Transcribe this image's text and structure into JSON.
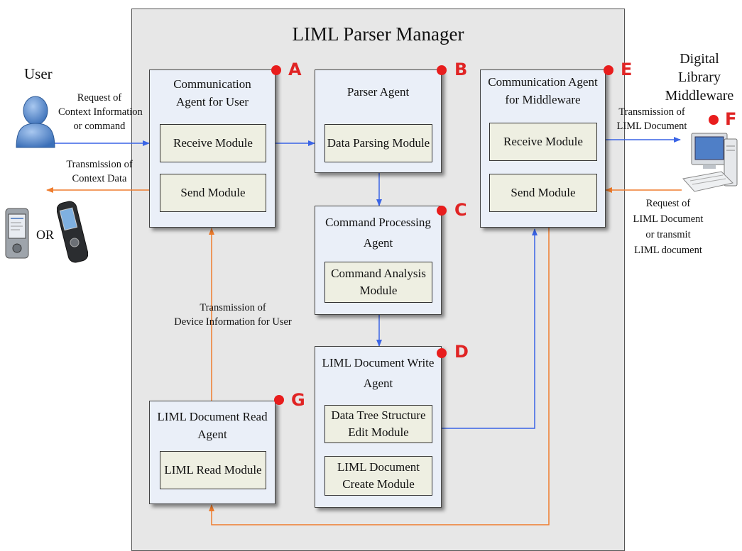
{
  "manager": {
    "title": "LIML Parser Manager"
  },
  "agents": {
    "a": {
      "marker": "A",
      "title_lines": [
        "Communication",
        "Agent for User"
      ],
      "modules": [
        "Receive Module",
        "Send Module"
      ]
    },
    "b": {
      "marker": "B",
      "title_lines": [
        "Parser Agent"
      ],
      "modules": [
        "Data Parsing Module"
      ]
    },
    "c": {
      "marker": "C",
      "title_lines": [
        "Command Processing",
        "Agent"
      ],
      "modules": [
        [
          "Command Analysis",
          "Module"
        ]
      ]
    },
    "d": {
      "marker": "D",
      "title_lines": [
        "LIML Document Write",
        "Agent"
      ],
      "modules": [
        [
          "Data Tree Structure",
          "Edit Module"
        ],
        [
          "LIML Document",
          "Create Module"
        ]
      ]
    },
    "e": {
      "marker": "E",
      "title_lines": [
        "Communication Agent",
        "for Middleware"
      ],
      "modules": [
        "Receive Module",
        "Send Module"
      ]
    },
    "g": {
      "marker": "G",
      "title_lines": [
        "LIML Document Read",
        "Agent"
      ],
      "modules": [
        "LIML Read Module"
      ]
    }
  },
  "external": {
    "user_label": "User",
    "or_label": "OR",
    "middleware_lines": [
      "Digital Library",
      "Middleware"
    ],
    "middleware_marker": "F"
  },
  "flow_labels": {
    "user_request": [
      "Request of",
      "Context Information",
      "or command"
    ],
    "user_transmission": [
      "Transmission of",
      "Context Data"
    ],
    "device_info": [
      "Transmission of",
      "Device Information for User"
    ],
    "middleware_transmission": [
      "Transmission of",
      "LIML Document"
    ],
    "middleware_request": [
      "Request of",
      "LIML Document",
      "or transmit",
      "LIML document"
    ]
  },
  "colors": {
    "blue_arrow": "#3a64e6",
    "orange_arrow": "#ef7d2e",
    "marker_red": "#e81d1d",
    "agent_fill": "#eaeff8",
    "module_fill": "#eeefe2",
    "manager_fill": "#e7e7e7"
  }
}
